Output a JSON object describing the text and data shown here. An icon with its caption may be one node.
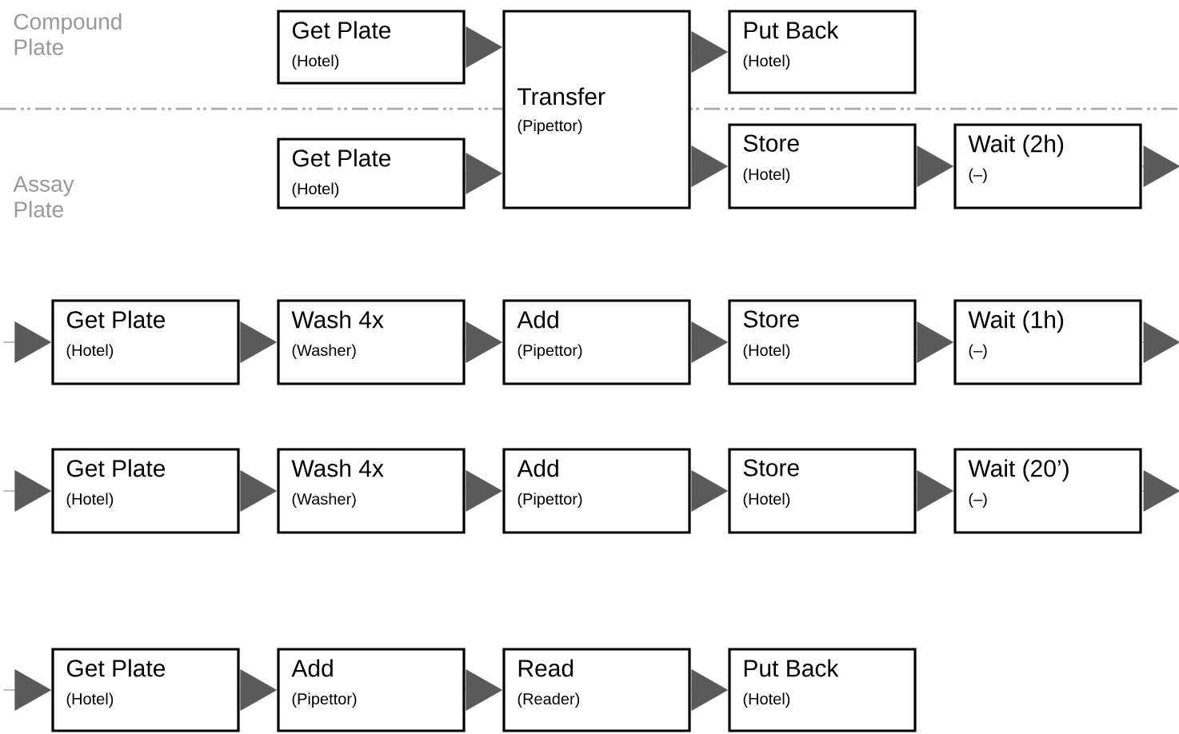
{
  "diagram": {
    "nodes": [
      {
        "text": [
          "Get Plate",
          "(Hotel)"
        ]
      },
      {
        "text": [
          "Transfer",
          "(Pipettor)"
        ]
      },
      {
        "text": [
          "Put Back",
          "(Hotel)"
        ]
      },
      {
        "text": [
          "Get Plate",
          "(Hotel)"
        ]
      },
      {
        "text": [
          "Store",
          "(Hotel)"
        ]
      },
      {
        "text": [
          "Wait (2h)",
          "(–)"
        ]
      },
      {
        "text": [
          "Get Plate",
          "(Hotel)"
        ]
      },
      {
        "text": [
          "Wash 4x",
          "(Washer)"
        ]
      },
      {
        "text": [
          "Add",
          "(Pipettor)"
        ]
      },
      {
        "text": [
          "Store",
          "(Hotel)"
        ]
      },
      {
        "text": [
          "Wait (1h)",
          "(–)"
        ]
      },
      {
        "text": [
          "Get Plate",
          "(Hotel)"
        ]
      },
      {
        "text": [
          "Wash 4x",
          "(Washer)"
        ]
      },
      {
        "text": [
          "Add",
          "(Pipettor)"
        ]
      },
      {
        "text": [
          "Store",
          "(Hotel)"
        ]
      },
      {
        "text": [
          "Wait (20’)",
          "(–)"
        ]
      },
      {
        "text": [
          "Get Plate",
          "(Hotel)"
        ]
      },
      {
        "text": [
          "Add",
          "(Pipettor)"
        ]
      },
      {
        "text": [
          "Read",
          "(Reader)"
        ]
      },
      {
        "text": [
          "Put Back",
          "(Hotel)"
        ]
      }
    ],
    "edges": [
      {
        "from": 0,
        "to": 1,
        "arrow": "to"
      },
      {
        "from": 1,
        "to": 2,
        "arrow": "to"
      },
      {
        "from": 3,
        "to": 1,
        "arrow": "to"
      },
      {
        "from": 1,
        "to": 4,
        "arrow": "to"
      },
      {
        "from": 4,
        "to": 5,
        "arrow": "to"
      },
      {
        "from": 5,
        "to": null,
        "arrow": "to"
      },
      {
        "from": null,
        "to": 6,
        "arrow": "to"
      },
      {
        "from": 6,
        "to": 7,
        "arrow": "to"
      },
      {
        "from": 7,
        "to": 8,
        "arrow": "to"
      },
      {
        "from": 8,
        "to": 9,
        "arrow": "to"
      },
      {
        "from": 9,
        "to": 10,
        "arrow": "to"
      },
      {
        "from": 10,
        "to": null,
        "arrow": "to"
      },
      {
        "from": null,
        "to": 11,
        "arrow": "to"
      },
      {
        "from": 11,
        "to": 12,
        "arrow": "to"
      },
      {
        "from": 12,
        "to": 13,
        "arrow": "to"
      },
      {
        "from": 13,
        "to": 14,
        "arrow": "to"
      },
      {
        "from": 14,
        "to": 15,
        "arrow": "to"
      },
      {
        "from": 15,
        "to": null,
        "arrow": "to"
      },
      {
        "from": null,
        "to": 16,
        "arrow": "to"
      },
      {
        "from": 16,
        "to": 17,
        "arrow": "to"
      },
      {
        "from": 17,
        "to": 18,
        "arrow": "to"
      },
      {
        "from": 18,
        "to": 19,
        "arrow": "to"
      }
    ],
    "labels": [
      "Compound Plate",
      "Assay Plate"
    ]
  }
}
